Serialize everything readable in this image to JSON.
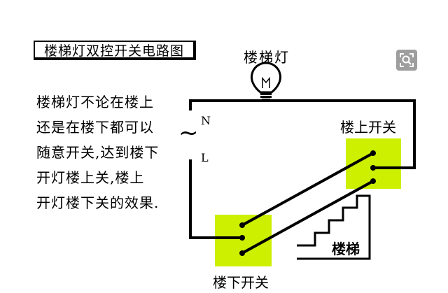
{
  "title": "楼梯灯双控开关电路图",
  "description_lines": [
    "楼梯灯不论在楼上",
    "还是在楼下都可以",
    "随意开关,达到楼下",
    "开灯楼上关,楼上",
    "开灯楼下关的效果."
  ],
  "labels": {
    "lamp": "楼梯灯",
    "upper_switch": "楼上开关",
    "lower_switch": "楼下开关",
    "stairs": "楼梯",
    "neutral": "N",
    "live": "L",
    "ac_symbol": "~"
  },
  "icons": {
    "zoom": "zoom-search-icon",
    "lamp": "light-bulb-icon"
  },
  "colors": {
    "switch_fill": "#ccf000",
    "wire": "#000000",
    "zoom_button": "#9e9e9e"
  }
}
